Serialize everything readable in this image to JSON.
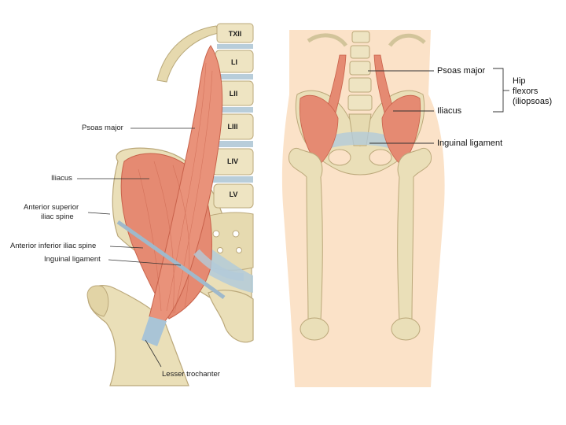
{
  "colors": {
    "skin": "#fbe2c8",
    "bone": "#eadfb8",
    "bone_shade": "#cdbf93",
    "muscle": "#e58a72",
    "muscle_dark": "#c8614a",
    "ligament": "#a9c4d6",
    "disc": "#b8cdda",
    "line": "#333333"
  },
  "left_panel": {
    "vertebra_labels": [
      "TXII",
      "LI",
      "LII",
      "LIII",
      "LIV",
      "LV"
    ],
    "labels": {
      "psoas_major": "Psoas major",
      "iliacus": "Iliacus",
      "asis_line1": "Anterior superior",
      "asis_line2": "iliac spine",
      "aiis": "Anterior inferior iliac spine",
      "inguinal": "Inguinal ligament",
      "lesser_trochanter": "Lesser trochanter"
    }
  },
  "right_panel": {
    "labels": {
      "psoas_major": "Psoas major",
      "iliacus": "Iliacus",
      "inguinal": "Inguinal ligament",
      "group_line1": "Hip",
      "group_line2": "flexors",
      "group_line3": "(iliopsoas)"
    }
  }
}
